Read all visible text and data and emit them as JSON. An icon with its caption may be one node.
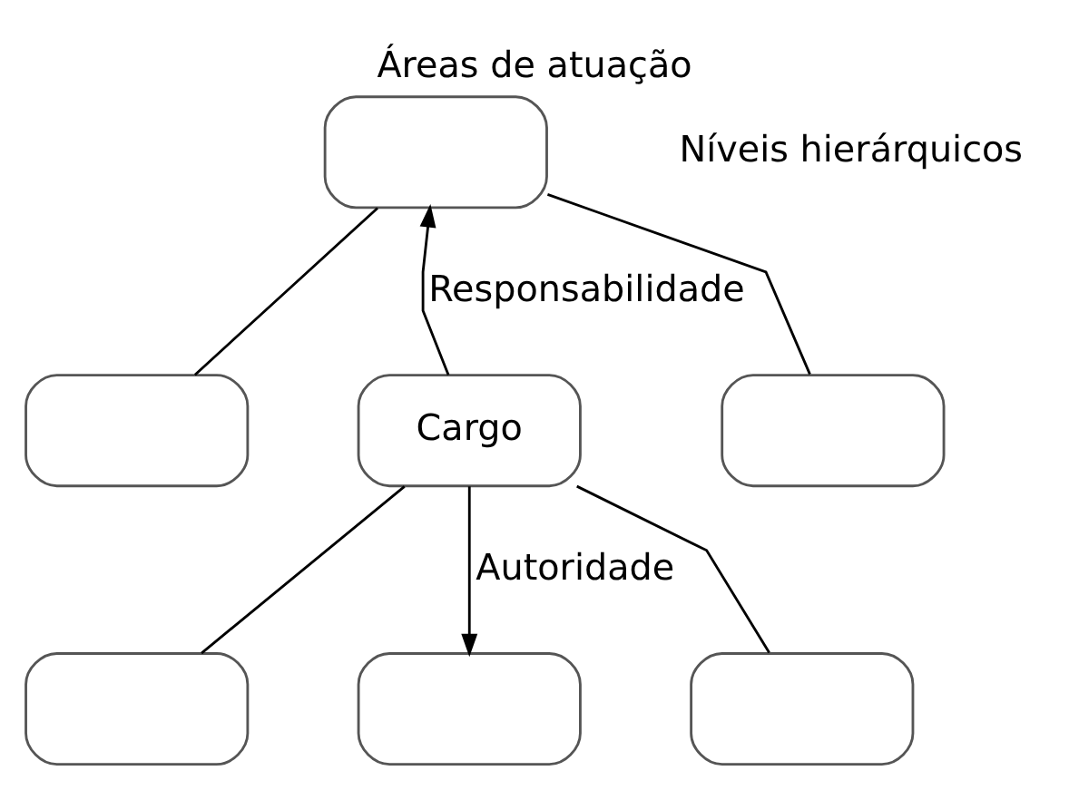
{
  "diagram": {
    "title": "Áreas de atuação",
    "nodes": [
      {
        "text": [],
        "shape": "box"
      },
      {
        "text": [],
        "shape": "box"
      },
      {
        "text": [
          "Cargo"
        ]
      },
      {
        "text": [],
        "shape": "box"
      },
      {
        "text": [],
        "shape": "box"
      },
      {
        "text": [],
        "shape": "box"
      },
      {
        "text": [],
        "shape": "box"
      }
    ],
    "edges": [
      {
        "from": 2,
        "to": 0,
        "arrow": "to",
        "label": "Responsabilidade"
      },
      {
        "from": 0,
        "to": 1,
        "arrow": "none"
      },
      {
        "from": 0,
        "to": 3,
        "arrow": "none"
      },
      {
        "from": 2,
        "to": 4,
        "arrow": "none"
      },
      {
        "from": 2,
        "to": 5,
        "arrow": "to",
        "label": "Autoridade"
      },
      {
        "from": 2,
        "to": 6,
        "arrow": "none"
      }
    ],
    "labels": [
      "Níveis hierárquicos"
    ]
  }
}
